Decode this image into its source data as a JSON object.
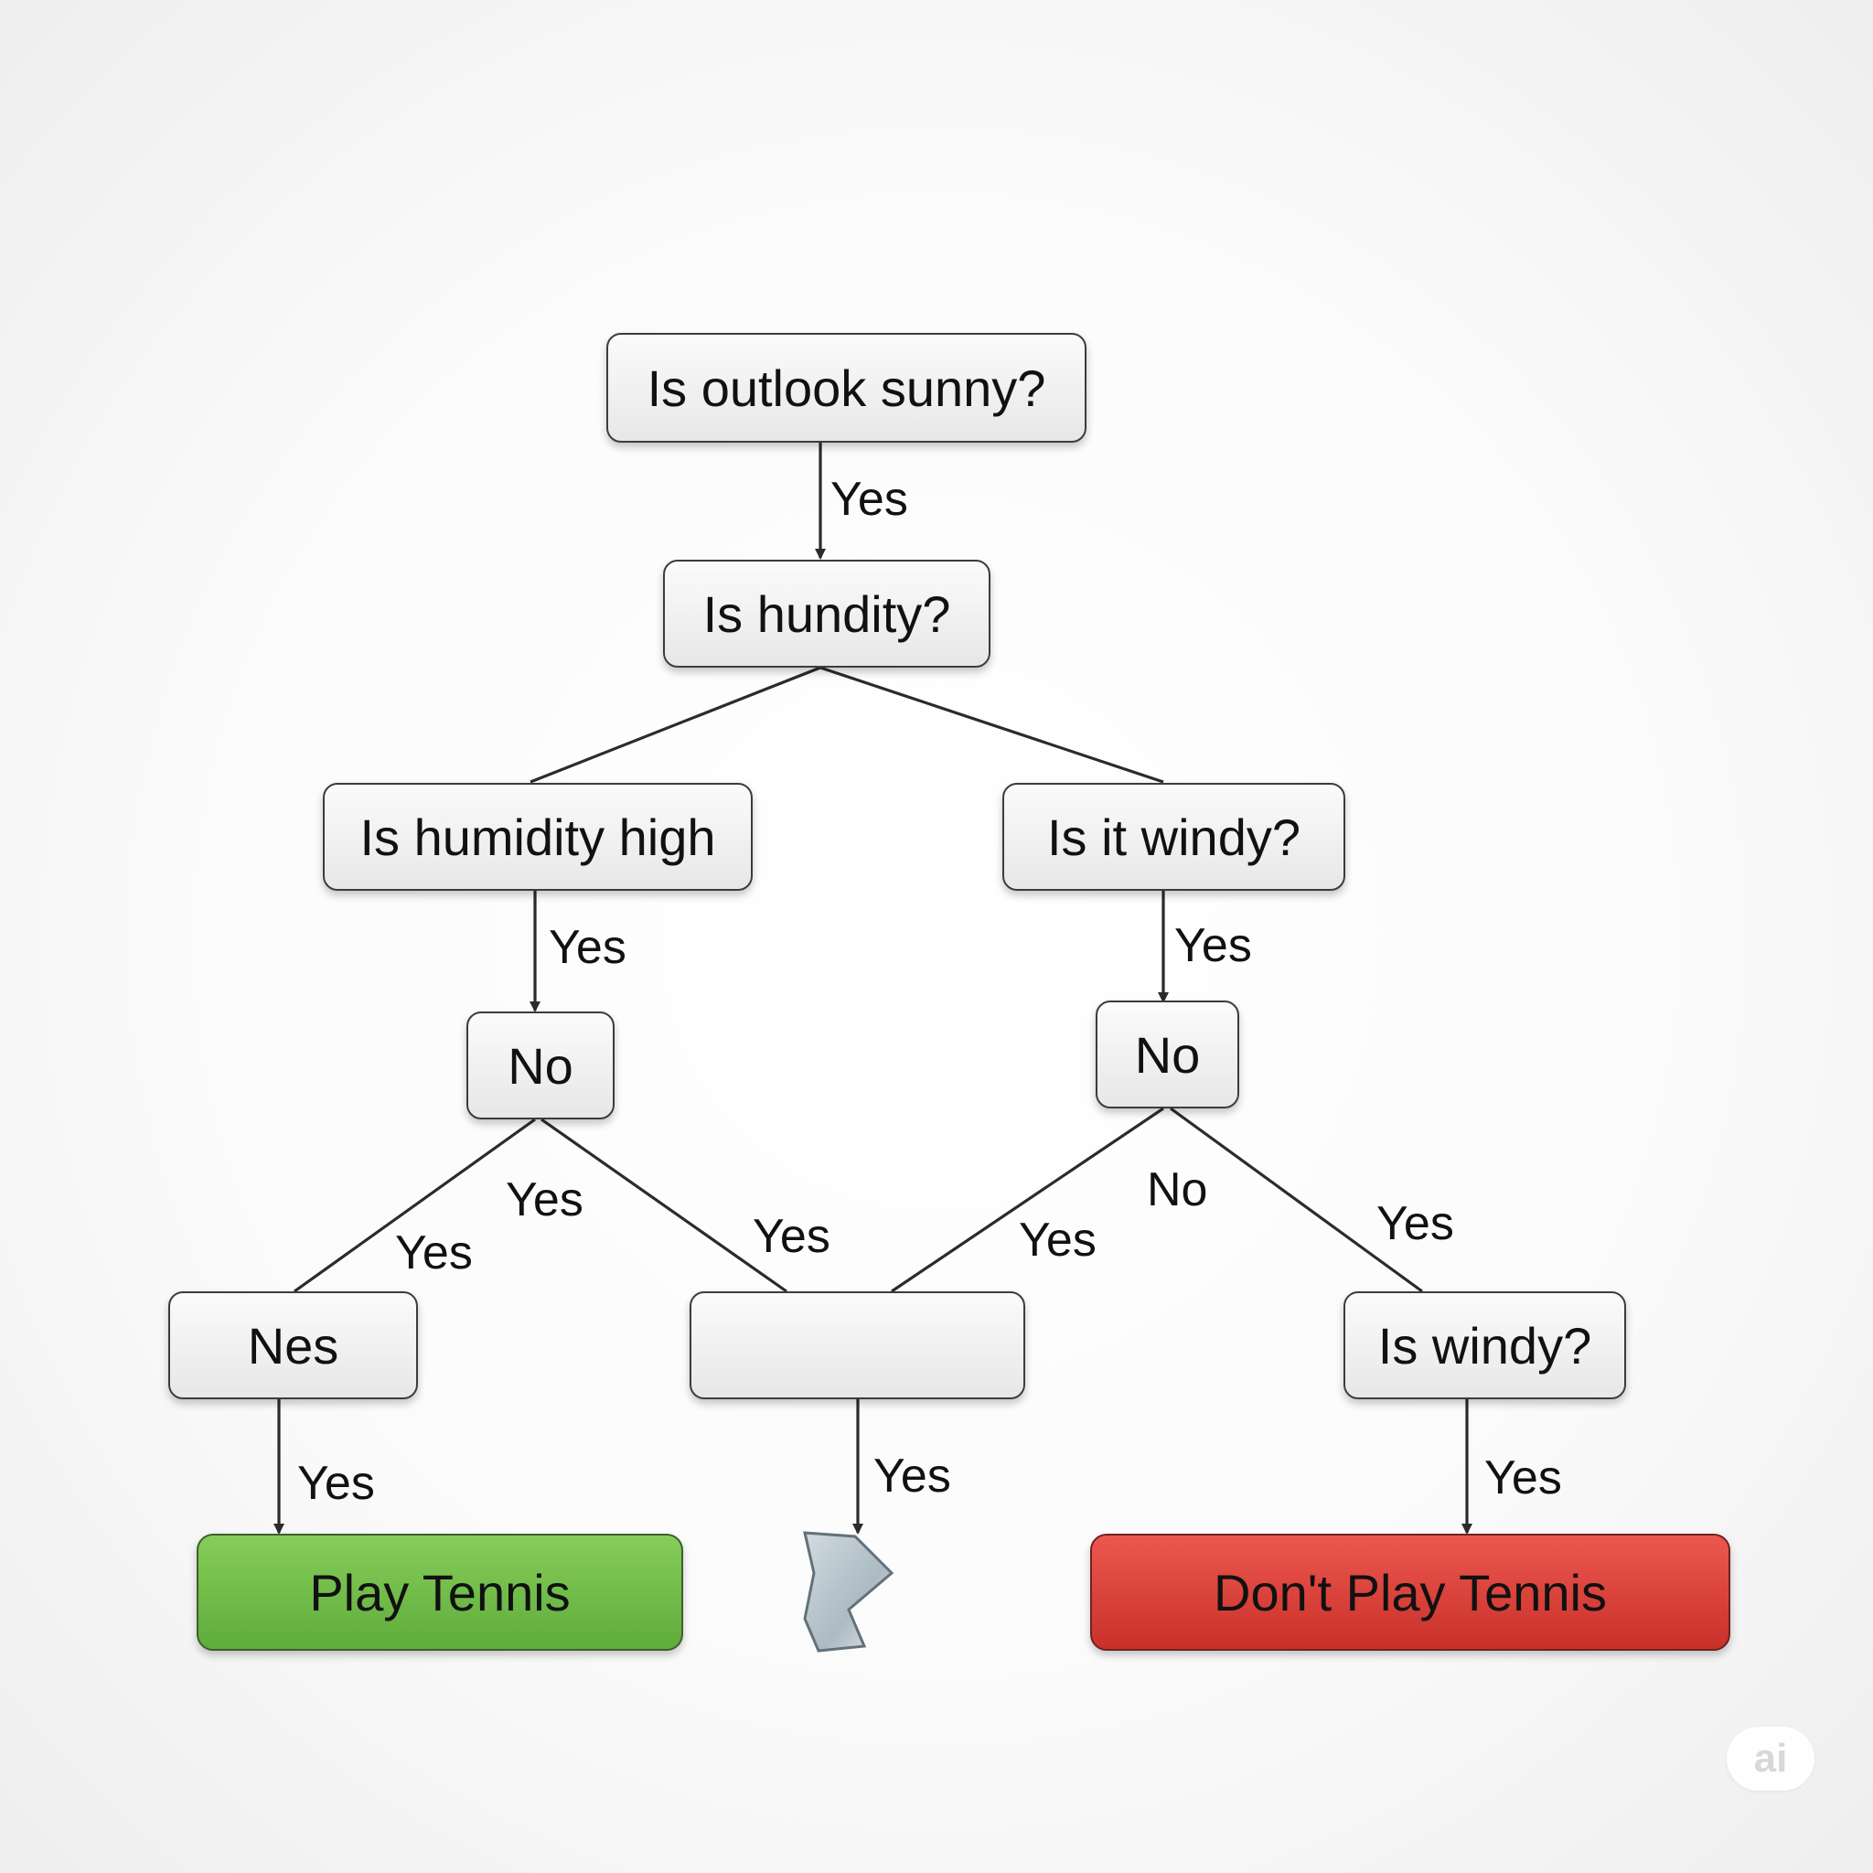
{
  "nodes": {
    "root": {
      "label": "Is outlook sunny?"
    },
    "humidity_question": {
      "label": "Is hundity?"
    },
    "humidity_high": {
      "label": "Is humidity high"
    },
    "windy_question": {
      "label": "Is it windy?"
    },
    "left_no": {
      "label": "No"
    },
    "right_no": {
      "label": "No"
    },
    "nes": {
      "label": "Nes"
    },
    "blank": {
      "label": ""
    },
    "is_windy": {
      "label": "Is windy?"
    },
    "play": {
      "label": "Play Tennis",
      "color": "#6dbb47"
    },
    "dont_play": {
      "label": "Don't Play Tennis",
      "color": "#db3f37"
    }
  },
  "edge_labels": {
    "root_to_humidity": "Yes",
    "high_to_no": "Yes",
    "windy_to_no": "Yes",
    "no_left_a": "Yes",
    "no_left_b": "Yes",
    "no_left_c": "Yes",
    "no_right_a": "Yes",
    "no_right_b": "No",
    "no_right_c": "Yes",
    "nes_to_play": "Yes",
    "blank_to_shape": "Yes",
    "windy_to_dont": "Yes"
  },
  "colors": {
    "stroke": "#2b2b2b",
    "node_fill": "#f0f0f0",
    "play": "#6dbb47",
    "dont_play": "#db3f37"
  },
  "watermark": "ai"
}
